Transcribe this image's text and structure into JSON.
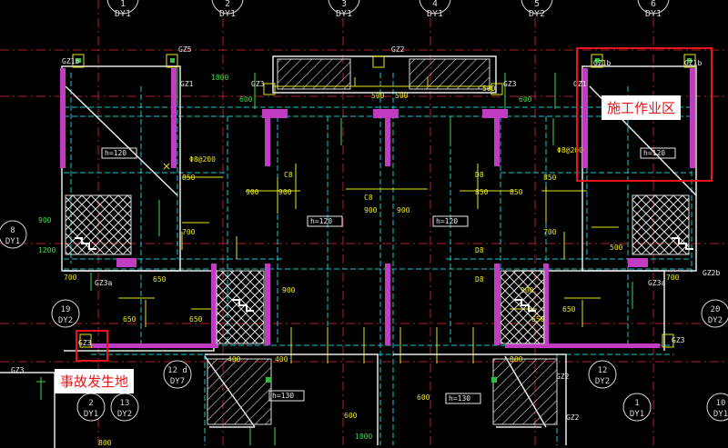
{
  "annotations": {
    "work_area": "施工作业区",
    "accident_site": "事故发生地"
  },
  "axis_bubbles_top": [
    "1",
    "DY1",
    "2",
    "DY1",
    "3",
    "DY1",
    "4",
    "DY1",
    "5",
    "DY2",
    "6",
    "DY1"
  ],
  "axis_bubbles": {
    "left_mid_num": "8",
    "left_mid_tag": "DY1",
    "left_low_num": "19",
    "left_low_tag": "DY2",
    "right_mid_num": "20",
    "right_mid_tag": "DY2",
    "bottom_1_num": "2",
    "bottom_1_tag": "DY1",
    "bottom_2_num": "13",
    "bottom_2_tag": "DY2",
    "bottom_3_num": "12 d",
    "bottom_3_tag": "DY7",
    "bottom_4_num": "12",
    "bottom_4_tag": "DY2",
    "bottom_5_num": "1",
    "bottom_5_tag": "DY1",
    "bottom_6_num": "10",
    "bottom_6_tag": "DY1"
  },
  "column_tags": {
    "gz1b_l": "GZ1b",
    "gz5": "GZ5",
    "gz2": "GZ2",
    "gz1b_r1": "GZ1b",
    "gz1b_r2": "GZ1b",
    "gz1_l": "GZ1",
    "gz3_l": "GZ3",
    "gz3_r": "GZ3",
    "gz1_r": "GZ1",
    "gz3a_l": "GZ3a",
    "gz3a_r": "GZ3a",
    "gz3_bl": "GZ3",
    "gz3_br": "GZ3",
    "gz2b": "GZ2b",
    "gz2_b": "GZ2",
    "gz3_far": "GZ3",
    "gz2_bot": "GZ2"
  },
  "slab_labels": {
    "h120_a": "h=120",
    "h120_b": "h=120",
    "h120_c": "h=120",
    "h120_d": "h=120",
    "h130_a": "h=130",
    "h130_b": "h=130"
  },
  "dims": {
    "d1800": "1800",
    "d500a": "500",
    "d500b": "500",
    "d500c": "500",
    "d500d": "500",
    "d600a": "600",
    "d600b": "600",
    "d850a": "850",
    "d850b": "850",
    "d850c": "850",
    "d850d": "850",
    "d900a": "900",
    "d900b": "900",
    "d900c": "900",
    "d900d": "900",
    "d900e": "900",
    "d900f": "900",
    "d700a": "700",
    "d700b": "700",
    "d700c": "700",
    "d700d": "700",
    "d650a": "650",
    "d650b": "650",
    "d650c": "650",
    "d650d": "650",
    "d650e": "650",
    "d650f": "650",
    "d8a": "C8",
    "d8b": "C8",
    "d8c": "D8",
    "d8d": "D8",
    "d8e": "D8",
    "phi8a": "Φ8@200",
    "phi8b": "Φ8@200",
    "d1200": "1200",
    "d900l": "900",
    "d800a": "800",
    "d800b": "800",
    "d600c": "600",
    "d600d": "600",
    "d400a": "400",
    "d400b": "400",
    "d1800b": "1800"
  }
}
